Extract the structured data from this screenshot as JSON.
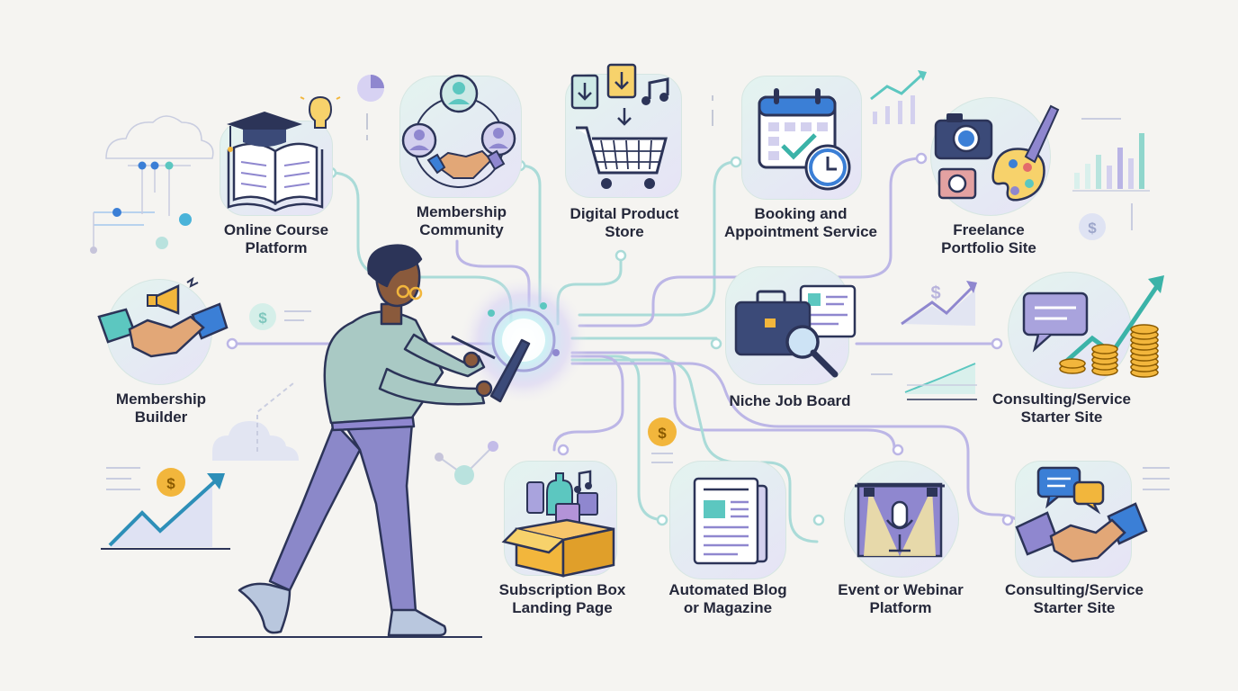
{
  "hub": {
    "title": ""
  },
  "nodes": {
    "online_course": {
      "line1": "Online Course",
      "line2": "Platform"
    },
    "membership_community": {
      "line1": "Membership",
      "line2": "Community"
    },
    "digital_product": {
      "line1": "Digital Product",
      "line2": "Store"
    },
    "booking": {
      "line1": "Booking and",
      "line2": "Appointment Service"
    },
    "freelance": {
      "line1": "Freelance",
      "line2": "Portfolio Site"
    },
    "membership_builder": {
      "line1": "Membership",
      "line2": "Builder"
    },
    "job_board": {
      "line1": "Niche Job Board"
    },
    "consulting_top": {
      "line1": "Consulting/Service",
      "line2": "Starter Site"
    },
    "subscription_box": {
      "line1": "Subscription Box",
      "line2": "Landing Page"
    },
    "blog": {
      "line1": "Automated Blog",
      "line2": "or Magazine"
    },
    "event": {
      "line1": "Event or Webinar",
      "line2": "Platform"
    },
    "consulting_bottom": {
      "line1": "Consulting/Service",
      "line2": "Starter Site"
    }
  },
  "symbols": {
    "dollar": "$"
  },
  "colors": {
    "background": "#f5f4f1",
    "teal": "#5cc7c0",
    "lavender": "#a9a3dd",
    "navy": "#2c3458",
    "blue": "#3b7fd6",
    "gold": "#f2b63c",
    "text": "#25283a"
  }
}
